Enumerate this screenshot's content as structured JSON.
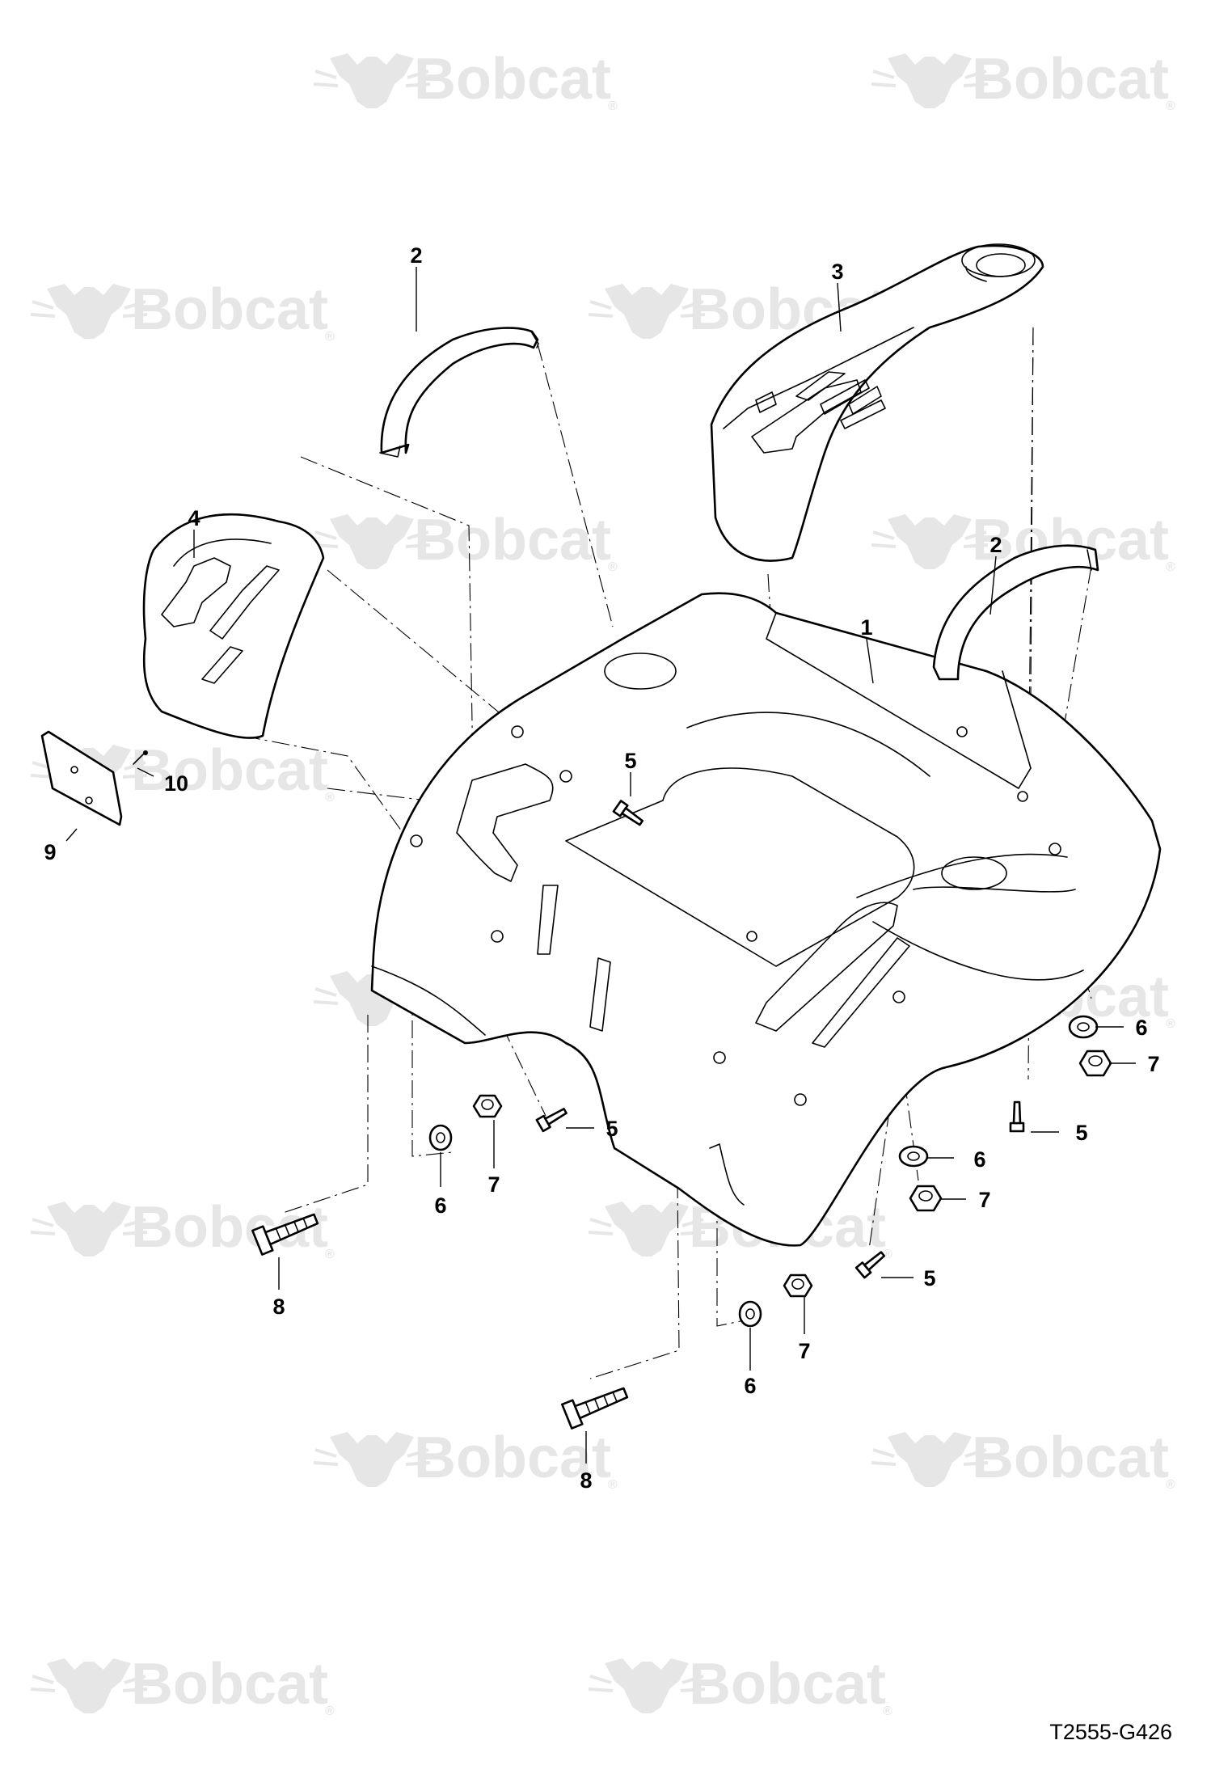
{
  "brand": {
    "watermark_text": "Bobcat",
    "watermark_mark": "®",
    "watermark_color": "#e6e6e6"
  },
  "drawing_ref": "T2555-G426",
  "callouts": {
    "c1": "1",
    "c2a": "2",
    "c2b": "2",
    "c3": "3",
    "c4": "4",
    "c5a": "5",
    "c5b": "5",
    "c5c": "5",
    "c5d": "5",
    "c6a": "6",
    "c6b": "6",
    "c6c": "6",
    "c6d": "6",
    "c7a": "7",
    "c7b": "7",
    "c7c": "7",
    "c7d": "7",
    "c8a": "8",
    "c8b": "8",
    "c9": "9",
    "c10": "10"
  }
}
